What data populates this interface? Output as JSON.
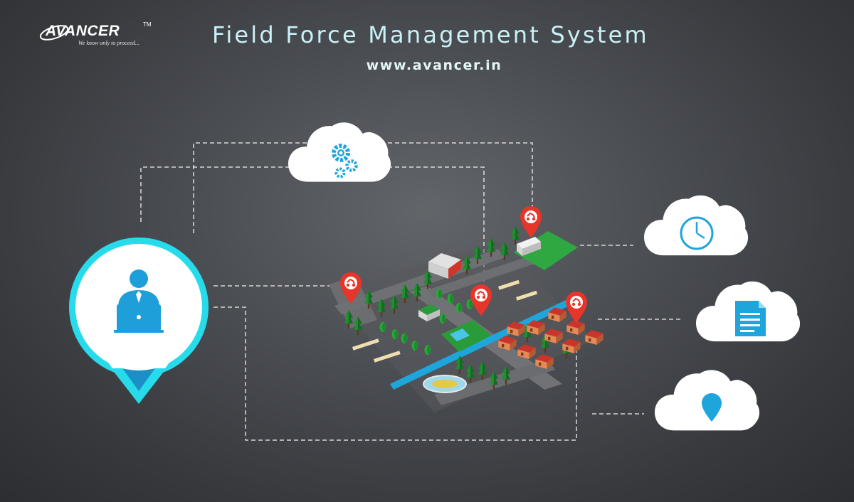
{
  "brand": {
    "logo_text": "AVANCER",
    "trademark": "TM",
    "tagline": "We know only to proceed..."
  },
  "header": {
    "title": "Field Force Management System",
    "url": "www.avancer.in"
  },
  "icons": {
    "user": "user-at-laptop-icon",
    "settings": "gears-icon",
    "time": "clock-icon",
    "document": "document-icon",
    "location": "location-pin-icon",
    "map_marker": "vehicle-marker-icon"
  },
  "colors": {
    "accent": "#1fb3e6",
    "pin_ring": "#2fe0ef",
    "marker": "#e8352a",
    "cloud": "#ffffff",
    "title": "#c9f1f6"
  }
}
